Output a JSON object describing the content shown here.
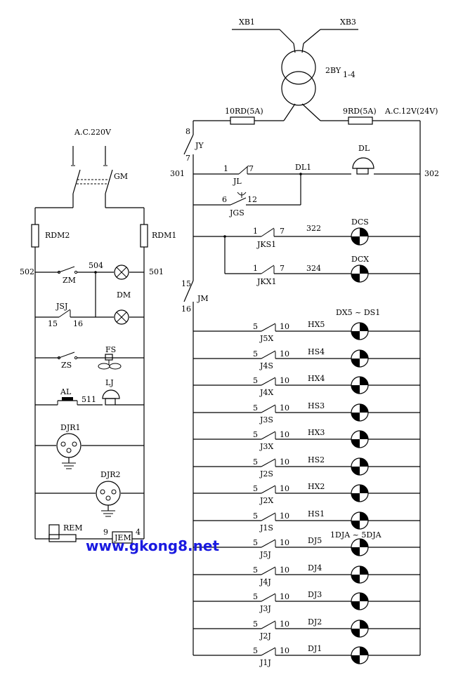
{
  "transformer": {
    "in_left": "XB1",
    "in_right": "XB3",
    "name": "2BY",
    "pins": "1-4"
  },
  "top": {
    "fuse_left": "10RD(5A)",
    "fuse_right": "9RD(5A)",
    "supply_right": "A.C.12V(24V)",
    "supply_left": "A.C.220V",
    "main_switch": "GM"
  },
  "left": {
    "rdm2": "RDM2",
    "rdm1": "RDM1",
    "n502": "502",
    "n504": "504",
    "n501": "501",
    "zm": "ZM",
    "dm": "DM",
    "jsj": "JSJ",
    "jsj_a": "15",
    "jsj_b": "16",
    "zs": "ZS",
    "fs": "FS",
    "al": "AL",
    "n511": "511",
    "lj": "LJ",
    "djr1": "DJR1",
    "djr2": "DJR2",
    "rem": "REM",
    "jem": "JEM",
    "n9": "9",
    "n4": "4"
  },
  "right": {
    "jy_top": "8",
    "jy": "JY",
    "jy_bot": "7",
    "n301": "301",
    "n302": "302",
    "jl_a": "1",
    "jl_b": "7",
    "jl": "JL",
    "dl1": "DL1",
    "dl": "DL",
    "jgs_a": "6",
    "jgs_b": "12",
    "jgs": "JGS",
    "jks1_a": "1",
    "jks1_b": "7",
    "jks1": "JKS1",
    "n322": "322",
    "dcs": "DCS",
    "jkx1_a": "1",
    "jkx1_b": "7",
    "jkx1": "JKX1",
    "n324": "324",
    "dcx": "DCX",
    "jm_top": "15",
    "jm": "JM",
    "jm_bot": "16",
    "group1_title": "DX5 ~ DS1",
    "group2_title": "1DJA ~ 5DJA"
  },
  "rows": [
    {
      "a": "5",
      "b": "10",
      "relay": "J5X",
      "lamp": "HX5"
    },
    {
      "a": "5",
      "b": "10",
      "relay": "J4S",
      "lamp": "HS4"
    },
    {
      "a": "5",
      "b": "10",
      "relay": "J4X",
      "lamp": "HX4"
    },
    {
      "a": "5",
      "b": "10",
      "relay": "J3S",
      "lamp": "HS3"
    },
    {
      "a": "5",
      "b": "10",
      "relay": "J3X",
      "lamp": "HX3"
    },
    {
      "a": "5",
      "b": "10",
      "relay": "J2S",
      "lamp": "HS2"
    },
    {
      "a": "5",
      "b": "10",
      "relay": "J2X",
      "lamp": "HX2"
    },
    {
      "a": "5",
      "b": "10",
      "relay": "J1S",
      "lamp": "HS1"
    },
    {
      "a": "5",
      "b": "10",
      "relay": "J5J",
      "lamp": "DJ5"
    },
    {
      "a": "5",
      "b": "10",
      "relay": "J4J",
      "lamp": "DJ4"
    },
    {
      "a": "5",
      "b": "10",
      "relay": "J3J",
      "lamp": "DJ3"
    },
    {
      "a": "5",
      "b": "10",
      "relay": "J2J",
      "lamp": "DJ2"
    },
    {
      "a": "5",
      "b": "10",
      "relay": "J1J",
      "lamp": "DJ1"
    }
  ],
  "watermark": "www.gkong8.net",
  "colors": {
    "line": "#000000",
    "watermark": "#1a1ae0"
  }
}
